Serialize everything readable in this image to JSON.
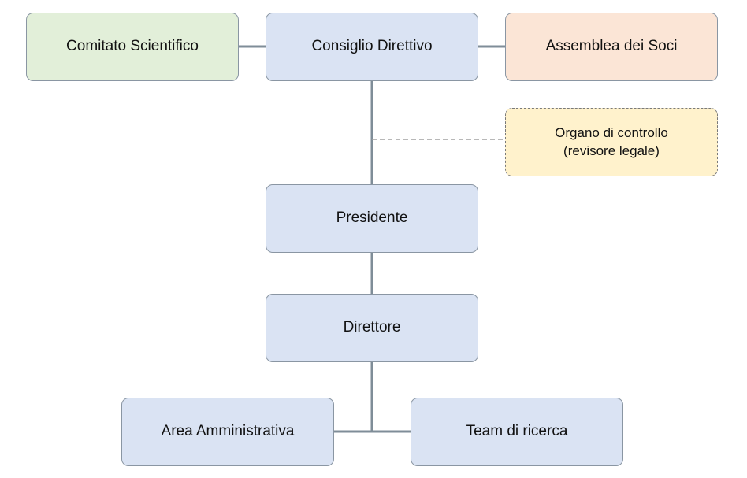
{
  "colors": {
    "line": "#7f8d98",
    "border": "#8a96a3",
    "blue_fill": "#dae3f3",
    "green_fill": "#e2efd9",
    "orange_fill": "#fbe5d6",
    "yellow_fill": "#fff2cc"
  },
  "nodes": {
    "comitato_scientifico": "Comitato Scientifico",
    "consiglio_direttivo": "Consiglio Direttivo",
    "assemblea_soci": "Assemblea dei Soci",
    "organo_controllo": "Organo di controllo\n(revisore legale)",
    "presidente": "Presidente",
    "direttore": "Direttore",
    "area_amministrativa": "Area Amministrativa",
    "team_ricerca": "Team di ricerca"
  }
}
